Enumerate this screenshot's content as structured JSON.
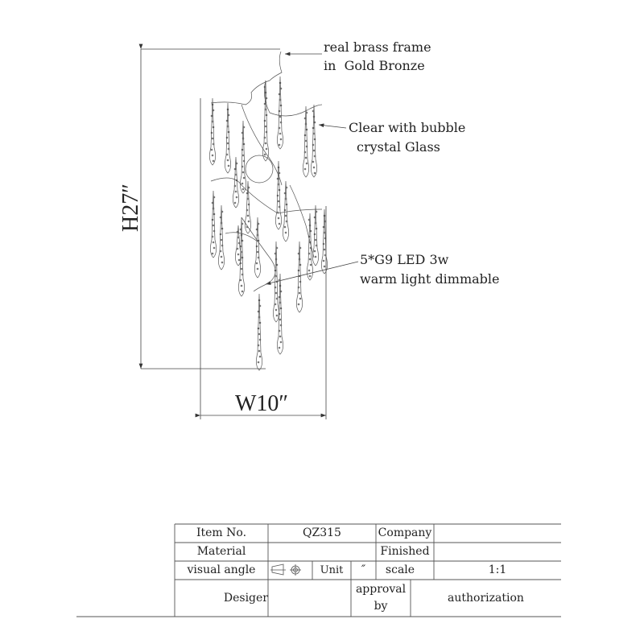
{
  "drawing": {
    "height_label": "H27″",
    "width_label": "W10″",
    "annotations": {
      "frame": [
        "real brass frame",
        "in  Gold Bronze"
      ],
      "glass": [
        "Clear with bubble",
        "crystal Glass"
      ],
      "bulb": [
        "5*G9 LED 3w",
        "warm light dimmable"
      ]
    }
  },
  "title_block": {
    "item_no_label": "Item No.",
    "item_no_value": "QZ315",
    "company_label": "Company",
    "company_value": "",
    "material_label": "Material",
    "material_value": "",
    "finished_label": "Finished",
    "finished_value": "",
    "visual_angle_label": "visual angle",
    "unit_label": "Unit",
    "unit_value": "″",
    "scale_label": "scale",
    "scale_value": "1:1",
    "designer_label": "Desiger",
    "approval_label": [
      "approval",
      "by"
    ],
    "authorization_label": "authorization"
  },
  "colors": {
    "line": "#333333",
    "background": "#ffffff"
  }
}
